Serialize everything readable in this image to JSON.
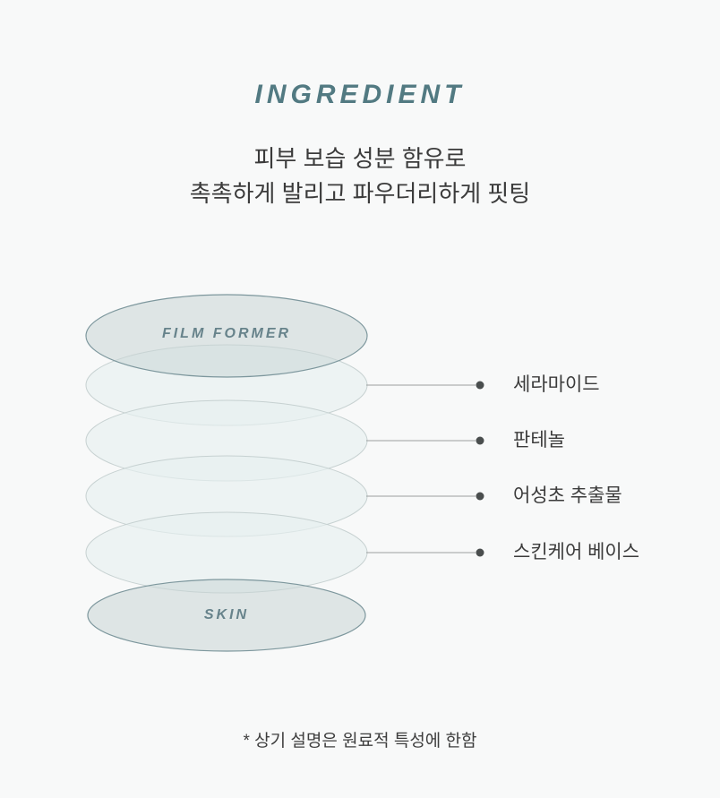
{
  "page": {
    "background_color": "#f8f9f9"
  },
  "header": {
    "title": "INGREDIENT",
    "title_color": "#527a82",
    "subtitle_line1": "피부 보습 성분 함유로",
    "subtitle_line2": "촉촉하게 발리고 파우더리하게 핏팅"
  },
  "diagram": {
    "top_layer_label": "FILM FORMER",
    "bottom_layer_label": "SKIN",
    "accent_layer_fill": "#dee5e5",
    "accent_layer_border": "#7d979d",
    "light_layer_fill": "#edf2f2",
    "light_layer_border": "#c6d1d1",
    "connector_dot_color": "#4a4e4e",
    "ingredients": [
      {
        "label": "세라마이드"
      },
      {
        "label": "판테놀"
      },
      {
        "label": "어성초 추출물"
      },
      {
        "label": "스킨케어 베이스"
      }
    ]
  },
  "footnote": {
    "text": "* 상기 설명은 원료적 특성에 한함"
  }
}
